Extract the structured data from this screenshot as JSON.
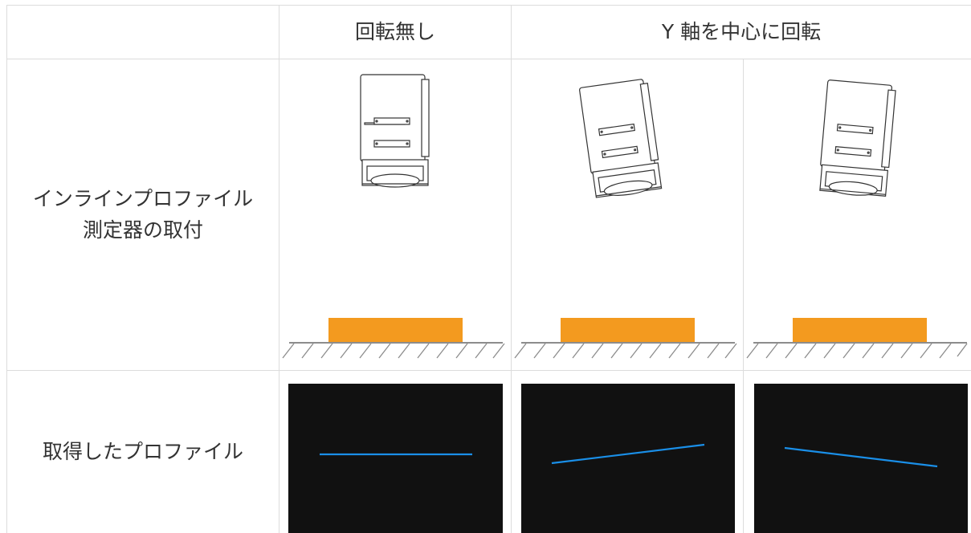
{
  "table": {
    "header": {
      "col_no_rotation": "回転無し",
      "col_y_rotation": "Y 軸を中心に回転"
    },
    "row_mount": {
      "label_line1": "インラインプロファイル",
      "label_line2": "測定器の取付"
    },
    "row_profile": {
      "label": "取得したプロファイル"
    }
  },
  "colors": {
    "workpiece": "#f39a1f",
    "profile_background": "#111111",
    "profile_line": "#1a8fe8",
    "ground": "#8c8c8c",
    "grid_border": "#dcdcdc"
  },
  "profiles": [
    {
      "case": "no-rotation",
      "slope": "flat"
    },
    {
      "case": "y-rotation-clockwise",
      "slope": "rising"
    },
    {
      "case": "y-rotation-counterclockwise",
      "slope": "falling"
    }
  ]
}
